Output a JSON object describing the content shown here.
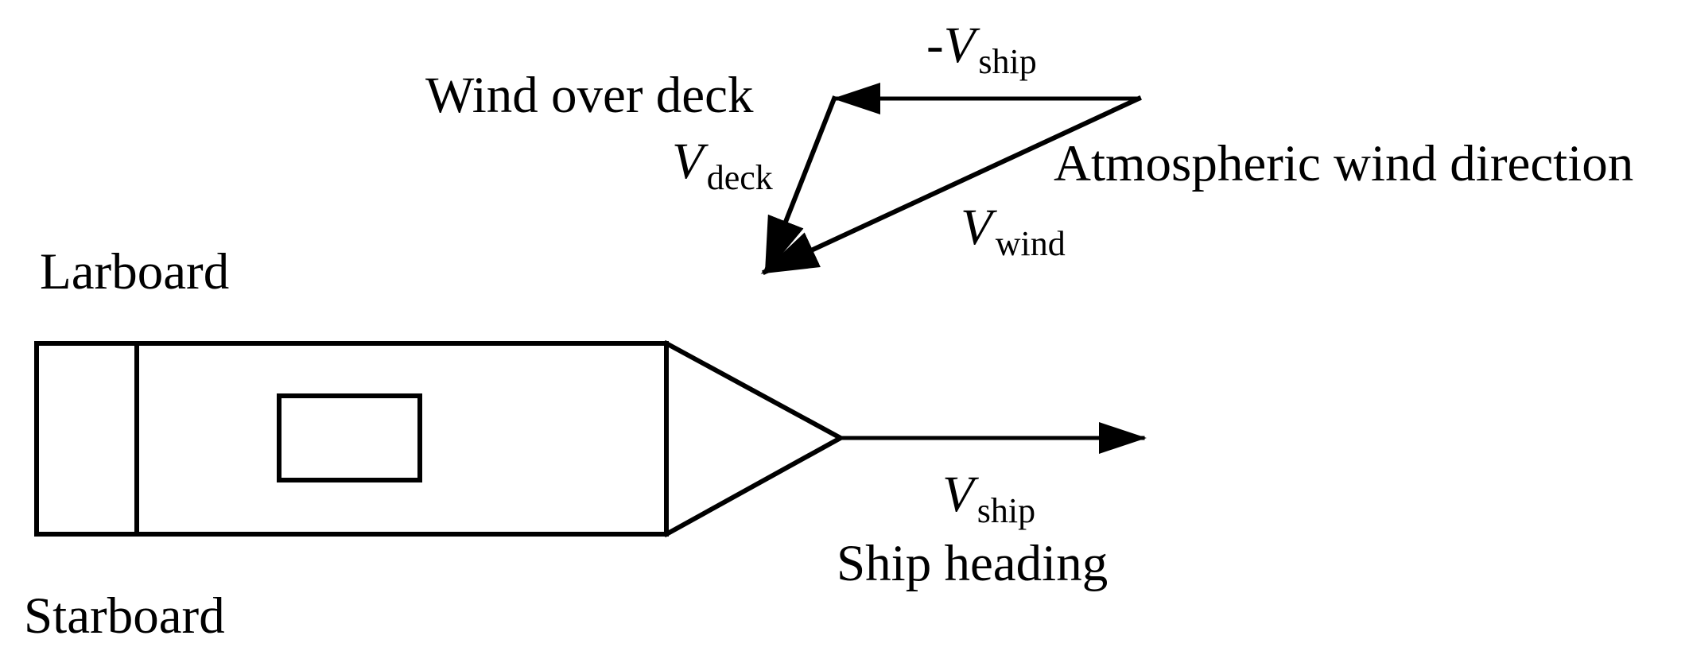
{
  "labels": {
    "larboard": "Larboard",
    "starboard": "Starboard",
    "ship_heading": "Ship heading",
    "wind_over_deck": "Wind over deck",
    "atmospheric_wind_direction": "Atmospheric wind direction"
  },
  "vectors": {
    "v_ship": {
      "symbol": "V",
      "subscript": "ship"
    },
    "neg_v_ship": {
      "prefix": "-",
      "symbol": "V",
      "subscript": "ship"
    },
    "v_deck": {
      "symbol": "V",
      "subscript": "deck"
    },
    "v_wind": {
      "symbol": "V",
      "subscript": "wind"
    }
  }
}
